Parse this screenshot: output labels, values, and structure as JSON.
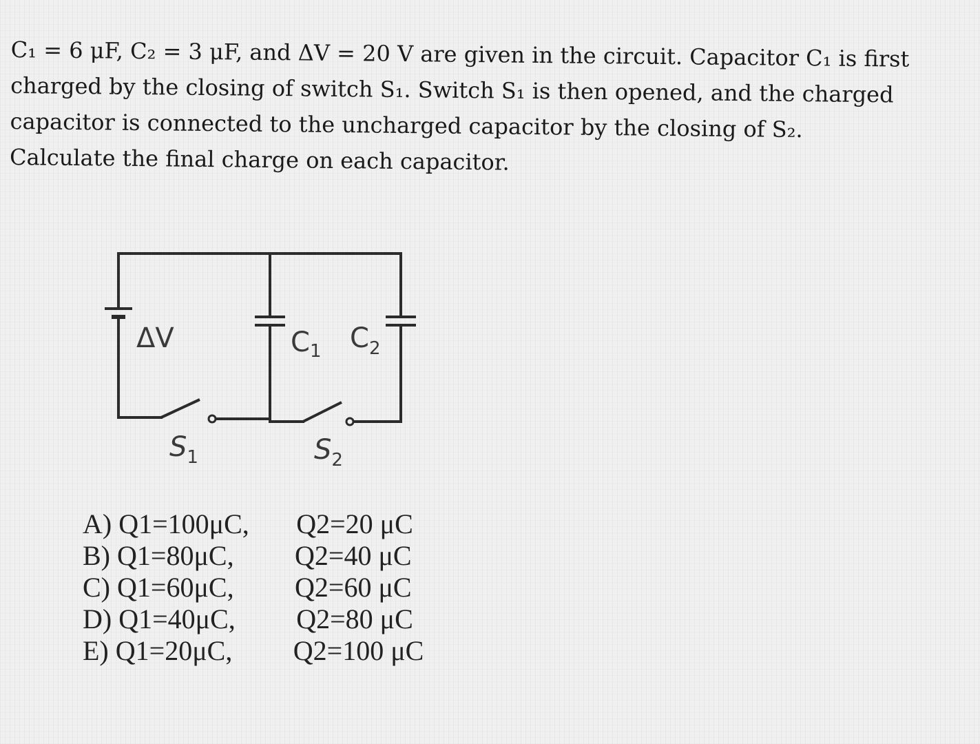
{
  "question": {
    "lines": [
      "C₁ = 6 μF, C₂ = 3 μF, and ΔV = 20 V are given in the circuit. Capacitor C₁ is first",
      "charged by the closing of switch S₁. Switch S₁ is then opened, and the charged",
      "capacitor is connected to the uncharged capacitor by the closing of S₂.",
      "Calculate the final charge on each capacitor."
    ]
  },
  "circuit": {
    "battery_label": "ΔV",
    "c1_label": "C",
    "c1_sub": "1",
    "c2_label": "C",
    "c2_sub": "2",
    "s1_label": "S",
    "s1_sub": "1",
    "s2_label": "S",
    "s2_sub": "2",
    "colors": {
      "wire": "#2b2b2b",
      "label": "#3a3a3a"
    },
    "icons": [
      "battery-icon",
      "capacitor-icon",
      "switch-icon"
    ]
  },
  "options": [
    {
      "letter": "A)",
      "q1": "Q1=100μC,",
      "q2": "Q2=20 μC"
    },
    {
      "letter": "B)",
      "q1": "Q1=80μC,",
      "q2": "Q2=40 μC"
    },
    {
      "letter": "C)",
      "q1": "Q1=60μC,",
      "q2": "Q2=60 μC"
    },
    {
      "letter": "D)",
      "q1": "Q1=40μC,",
      "q2": "Q2=80 μC"
    },
    {
      "letter": "E)",
      "q1": "Q1=20μC,",
      "q2": "Q2=100 μC"
    }
  ]
}
